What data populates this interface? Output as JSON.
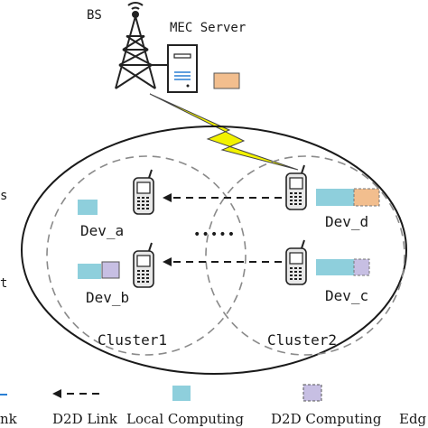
{
  "bs": {
    "label": "BS"
  },
  "mec": {
    "label": "MEC Server"
  },
  "devices": {
    "dev_a": {
      "label": "Dev_a"
    },
    "dev_b": {
      "label": "Dev_b"
    },
    "dev_c": {
      "label": "Dev_c"
    },
    "dev_d": {
      "label": "Dev_d"
    }
  },
  "clusters": {
    "c1": "Cluster1",
    "c2": "Cluster2"
  },
  "ellipsis": "•••••",
  "left_edge": {
    "t1": "s",
    "t2": "t"
  },
  "legend": {
    "link_partial": "nk",
    "d2d_link": "D2D Link",
    "local_computing": "Local Computing",
    "d2d_computing": "D2D Computing",
    "edge_partial": "Edg"
  },
  "colors": {
    "local": "#8ecfdc",
    "d2d": "#c7bfe3",
    "edge": "#f2be8e",
    "dashed": "#808080",
    "bolt": "#f2f200"
  }
}
